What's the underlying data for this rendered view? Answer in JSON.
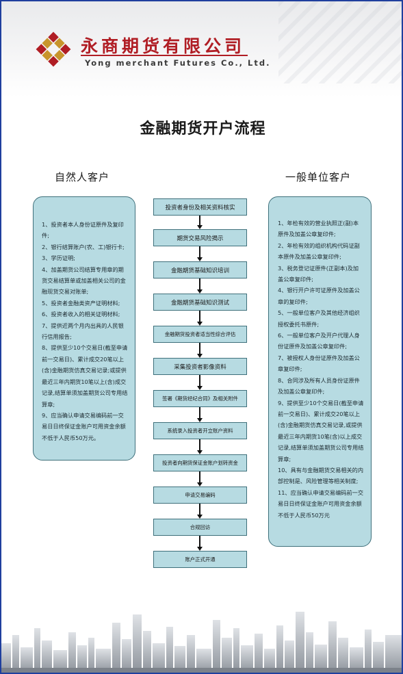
{
  "header": {
    "logo_cn": "永商期货有限公司",
    "logo_en": "Yong merchant Futures Co., Ltd."
  },
  "title": "金融期货开户流程",
  "left_column": {
    "heading": "自然人客户",
    "items": [
      "1、投资者本人身份证原件及复印件;",
      "2、银行结算账户(农、工)银行卡;",
      "3、学历证明;",
      "4、加盖期货公司结算专用章的期货交易结算单或加盖相关公司的金融现货交易对账单;",
      "5、投资者金融类资产证明材料;",
      "6、投资者收入的相关证明材料;",
      "7、提供近两个月内出具的人民银行信用报告;",
      "8、提供至少10个交易日(截至申请前一交易日)、累计成交20笔以上(含)金融期货仿真交易记录;或提供最近三年内期货10笔以上(含)成交记录,结算单须加盖期货公司专用结算章;",
      "9、应当确认申请交易编码前一交易日日终保证金账户可用资金余额不低于人民币50万元。"
    ]
  },
  "right_column": {
    "heading": "一般单位客户",
    "items": [
      "1、年检有效的营业执照正(副)本原件及加盖公章复印件;",
      "2、年检有效的组织机构代码证副本原件及加盖公章复印件;",
      "3、税务登记证原件(正副本)及加盖公章复印件;",
      "4、银行开户许可证原件及加盖公章的复印件;",
      "5、一般单位客户及其他经济组织授权委托书原件;",
      "6、一般单位客户及开户代理人身份证原件及加盖公章复印件;",
      "7、被授权人身份证原件及加盖公章复印件;",
      "8、合同涉及所有人员身份证原件及加盖公章复印件;",
      "9、提供至少10个交易日(截至申请前一交易日)、累计成交20笔以上(含)金融期货仿真交易记录,或提供最近三年内期货10笔(含)以上成交记录,结算单须加盖期货公司专用结算章;",
      "10、具有与金融期货交易相关的内部控制是、风险管理等相关制度;",
      "11、应当确认申请交易编码前一交易日日终保证金账户可用资金余额不低于人民币50万元"
    ]
  },
  "flow_steps": [
    "投资者身份及相关资料核实",
    "期货交易风险揭示",
    "金融期货基础知识培训",
    "金融期货基础知识测试",
    "金融期货投资者适当性综合评估",
    "采集投资者影像资料",
    "签署《期货经纪合同》及相关附件",
    "系统录入投资者开立账户资料",
    "投资者向期货保证金账户划转资金",
    "申请交易编码",
    "合规回访",
    "账户正式开通"
  ]
}
